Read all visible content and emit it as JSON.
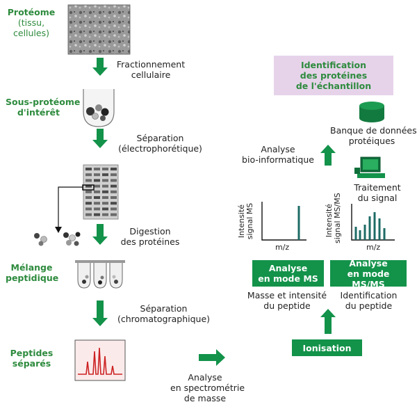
{
  "stages": {
    "proteome": {
      "title": "Protéome",
      "sub1": "(tissu,",
      "sub2": "cellules)"
    },
    "sous_proteome": {
      "line1": "Sous-protéome",
      "line2": "d'intérêt"
    },
    "melange": {
      "line1": "Mélange",
      "line2": "peptidique"
    },
    "peptides": {
      "line1": "Peptides",
      "line2": "séparés"
    }
  },
  "steps": {
    "fractionnement": {
      "line1": "Fractionnement",
      "line2": "cellulaire"
    },
    "separation_electro": {
      "line1": "Séparation",
      "line2": "(électrophorétique)"
    },
    "digestion": {
      "line1": "Digestion",
      "line2": "des protéines"
    },
    "separation_chromato": {
      "line1": "Séparation",
      "line2": "(chromatographique)"
    },
    "analyse_ms": {
      "line1": "Analyse",
      "line2": "en spectrométrie",
      "line3": "de masse"
    }
  },
  "right": {
    "identification": {
      "line1": "Identification",
      "line2": "des protéines",
      "line3": "de l'échantillon"
    },
    "banque": {
      "line1": "Banque de données",
      "line2": "protéiques"
    },
    "analyse_bio": {
      "line1": "Analyse",
      "line2": "bio-informatique"
    },
    "traitement": {
      "line1": "Traitement",
      "line2": "du signal"
    },
    "ms_box": {
      "line1": "Analyse",
      "line2": "en mode MS"
    },
    "msms_box": {
      "line1": "Analyse",
      "line2": "en mode MS/MS"
    },
    "masse": {
      "line1": "Masse et intensité",
      "line2": "du peptide"
    },
    "ident_peptide": {
      "line1": "Identification",
      "line2": "du peptide"
    },
    "ionisation": "Ionisation"
  },
  "plots": {
    "ms": {
      "ylabel1": "Intensité",
      "ylabel2": "signal MS",
      "xlabel": "m/z"
    },
    "msms": {
      "ylabel1": "Intensité",
      "ylabel2": "signal MS/MS",
      "xlabel": "m/z"
    }
  },
  "colors": {
    "green": "#13924a",
    "label_green": "#2e8b3e",
    "pink": "#e6d3ea",
    "teal": "#1e6b66",
    "chrom_red": "#cc2222"
  }
}
